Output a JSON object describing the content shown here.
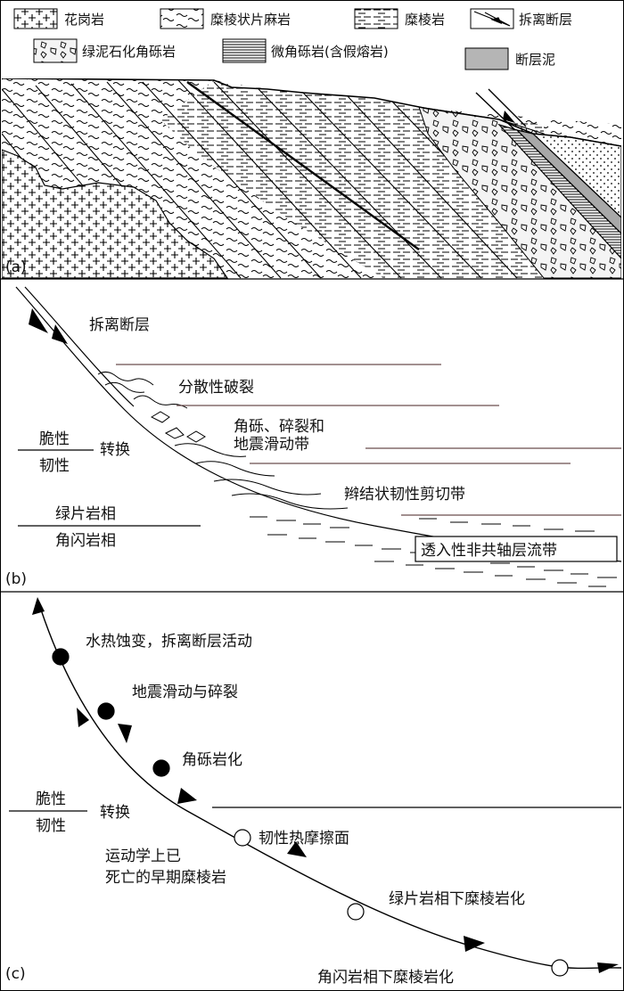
{
  "legend": {
    "granite": "花岗岩",
    "mylonitic_gneiss": "糜棱状片麻岩",
    "mylonite": "糜棱岩",
    "detachment_fault": "拆离断层",
    "chloritized_breccia": "绿泥石化角砾岩",
    "microbreccia": "微角砾岩(含假熔岩)",
    "fault_gouge": "断层泥"
  },
  "panel_a": {
    "tag": "(a)"
  },
  "panel_b": {
    "tag": "(b)",
    "fault_label": "拆离断层",
    "zones": {
      "dispersed_fracture": "分散性破裂",
      "breccia_line1": "角砾、碎裂和",
      "breccia_line2": "地震滑动带",
      "anastomosing_shear": "辫结状韧性剪切带",
      "penetrative_flow": "透入性非共轴层流带"
    },
    "transition": {
      "brittle": "脆性",
      "ductile": "韧性",
      "label": "转换"
    },
    "facies": {
      "greenschist": "绿片岩相",
      "amphibolite": "角闪岩相"
    }
  },
  "panel_c": {
    "tag": "(c)",
    "stages": {
      "hydrothermal": "水热蚀变，拆离断层活动",
      "seismic_slip": "地震滑动与碎裂",
      "brecciation": "角砾岩化",
      "ductile_friction": "韧性热摩擦面",
      "dead_line1": "运动学上已",
      "dead_line2": "死亡的早期糜棱岩",
      "greenschist_mylonitization": "绿片岩相下糜棱岩化",
      "amphibolite_mylonitization": "角闪岩相下糜棱岩化"
    },
    "transition": {
      "brittle": "脆性",
      "ductile": "韧性",
      "label": "转换"
    }
  }
}
